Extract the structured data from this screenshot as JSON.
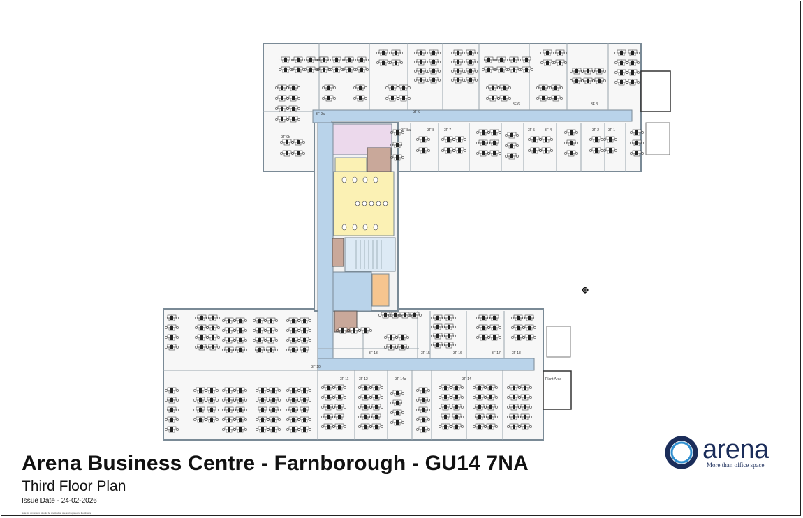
{
  "title": "Arena Business Centre - Farnborough - GU14 7NA",
  "subtitle": "Third Floor Plan",
  "issue_date": "Issue Date - 24-02-2026",
  "disclaimer": "Note: All dimensions should be checked on site and reported to the drawing",
  "logo": {
    "word": "arena",
    "tagline": "More than office space"
  },
  "colors": {
    "corridor": "#b9d3ea",
    "wc": "#fbf1b4",
    "kitchen": "#ecd9ec",
    "stair": "#ddeaf5",
    "riser": "#c9a89a",
    "lift": "#f6c58f",
    "wall": "#7a8a96"
  },
  "rooms": {
    "r3f9a": "3F 9a",
    "r3f9b": "3F 9b",
    "r3f9": "3F 9",
    "r3f6": "3F 6",
    "r3f3": "3F 3",
    "r3f8a": "3F 8a",
    "r3f8": "3F 8",
    "r3f7": "3F 7",
    "r3f5": "3F 5",
    "r3f4": "3F 4",
    "r3f2": "3F 2",
    "r3f1": "3F 1",
    "r3f10": "3F 10",
    "r3f11": "3F 11",
    "r3f12": "3F 12",
    "r3f14a": "3F 14a",
    "r3f14": "3F 14",
    "r3f13": "3F 13",
    "r3f15": "3F 15",
    "r3f16": "3F 16",
    "r3f17": "3F 17",
    "r3f18": "3F 18",
    "plant": "Plant Area"
  }
}
